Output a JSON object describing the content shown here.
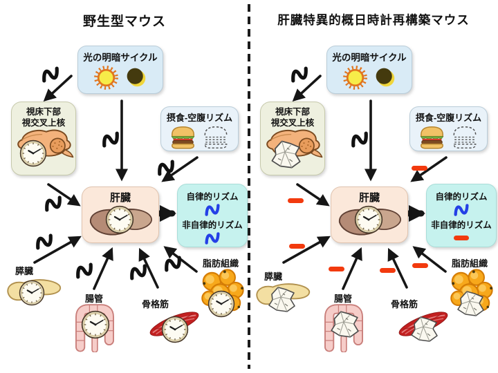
{
  "panels": [
    {
      "title": "野生型マウス",
      "light_cycle_box": {
        "label": "光の明暗サイクル"
      },
      "scn_box": {
        "label_line1": "視床下部",
        "label_line2": "視交叉上核"
      },
      "feeding_box": {
        "label": "摂食-空腹リズム"
      },
      "liver_box": {
        "label": "肝臓"
      },
      "output_box": {
        "autonomous": "自律的リズム",
        "non_autonomous": "非自律的リズム"
      },
      "organs": [
        {
          "label": "膵臓"
        },
        {
          "label": "腸管"
        },
        {
          "label": "骨格筋"
        },
        {
          "label": "脂肪組織"
        }
      ]
    },
    {
      "title": "肝臓特異的概日時計再構築マウス",
      "light_cycle_box": {
        "label": "光の明暗サイクル"
      },
      "scn_box": {
        "label_line1": "視床下部",
        "label_line2": "視交叉上核"
      },
      "feeding_box": {
        "label": "摂食-空腹リズム"
      },
      "liver_box": {
        "label": "肝臓"
      },
      "output_box": {
        "autonomous": "自律的リズム",
        "non_autonomous": "非自律的リズム"
      },
      "organs": [
        {
          "label": "膵臓"
        },
        {
          "label": "腸管"
        },
        {
          "label": "骨格筋"
        },
        {
          "label": "脂肪組織"
        }
      ]
    }
  ],
  "colors": {
    "rhythm_wave_blue": "#2440e6",
    "no_rhythm_red": "#f23a0e",
    "light_box_bg": "#d9ebf6",
    "scn_box_bg": "#eef0df",
    "feeding_box_bg": "#e9f2f9",
    "liver_box_bg": "#fbe8da",
    "output_box_bg": "#c6f2ee",
    "arrow_black": "#161616"
  }
}
